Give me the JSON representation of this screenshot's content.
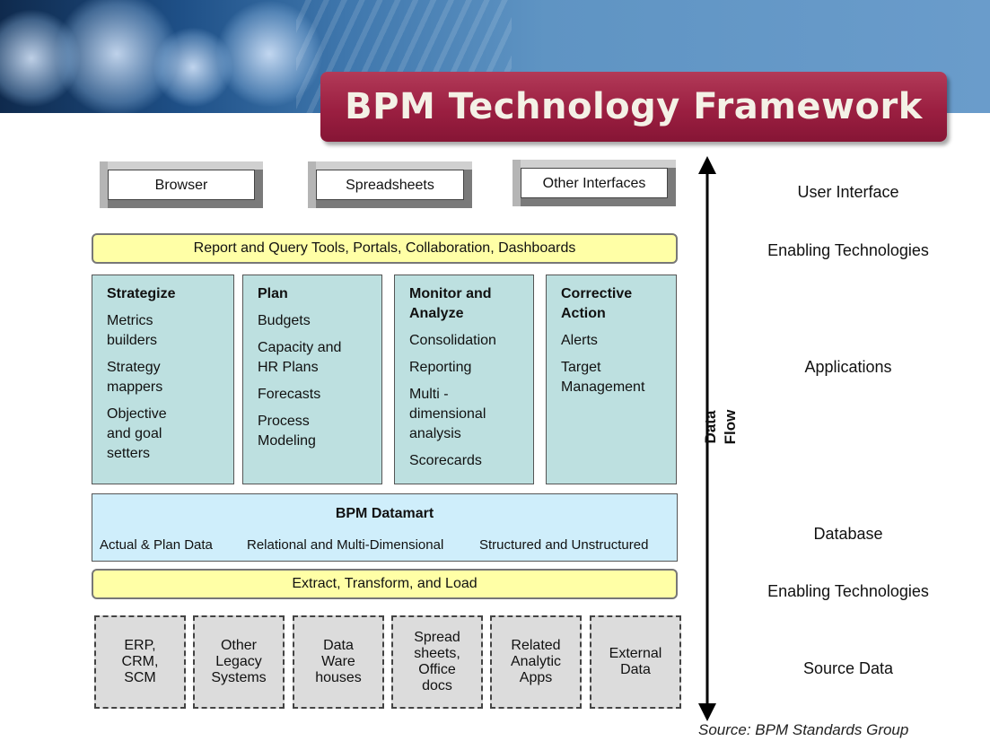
{
  "title": "BPM Technology Framework",
  "interfaces": [
    "Browser",
    "Spreadsheets",
    "Other Interfaces"
  ],
  "enabling_top": "Report and Query Tools, Portals, Collaboration, Dashboards",
  "applications": [
    {
      "heading": [
        "Strategize"
      ],
      "items": [
        "Metrics builders",
        "Strategy mappers",
        "Objective and goal setters"
      ]
    },
    {
      "heading": [
        "Plan"
      ],
      "items": [
        "Budgets",
        "Capacity and HR Plans",
        "Forecasts",
        "Process Modeling"
      ]
    },
    {
      "heading": [
        "Monitor and",
        "Analyze"
      ],
      "items": [
        "Consolidation",
        "Reporting",
        "Multi -",
        "dimensional analysis",
        "Scorecards"
      ]
    },
    {
      "heading": [
        "Corrective",
        "Action"
      ],
      "items": [
        "Alerts",
        "Target Management"
      ]
    }
  ],
  "datamart": {
    "title": "BPM Datamart",
    "columns": [
      "Actual & Plan Data",
      "Relational and Multi-Dimensional",
      "Structured and Unstructured"
    ]
  },
  "etl": "Extract, Transform, and Load",
  "sources": [
    [
      "ERP,",
      "CRM,",
      "SCM"
    ],
    [
      "Other",
      "Legacy",
      "Systems"
    ],
    [
      "Data",
      "Ware",
      "houses"
    ],
    [
      "Spread",
      "sheets,",
      "Office",
      "docs"
    ],
    [
      "Related",
      "Analytic",
      "Apps"
    ],
    [
      "External",
      "Data"
    ]
  ],
  "layers": [
    "User Interface",
    "Enabling Technologies",
    "Applications",
    "Database",
    "Enabling Technologies",
    "Source Data"
  ],
  "flow_label": "Data Flow",
  "source_credit": "Source:  BPM Standards Group"
}
